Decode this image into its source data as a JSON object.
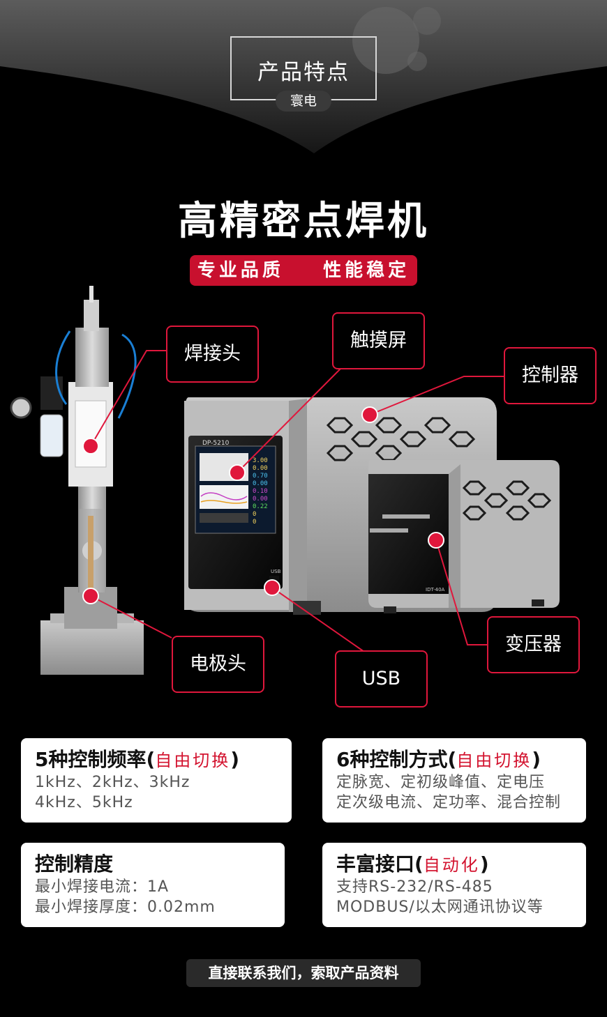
{
  "header": {
    "title": "产品特点",
    "brand": "寰电"
  },
  "hero": {
    "title": "高精密点焊机",
    "tagline": "专业品质    性能稳定"
  },
  "callouts": {
    "weld_head": "焊接头",
    "touch_screen": "触摸屏",
    "controller": "控制器",
    "electrode": "电极头",
    "usb": "USB",
    "transformer": "变压器"
  },
  "screen_display": {
    "model": "DP-5210",
    "values": [
      "3.00",
      "0.00",
      "0.70",
      "0.00",
      "0.10",
      "0.00",
      "0.22",
      "0",
      "0"
    ]
  },
  "device_labels": {
    "usb_port": "USB",
    "transformer_model": "IDT-40A"
  },
  "features": [
    {
      "title": "5种控制频率(",
      "highlight": "自由切换",
      "title_end": ")",
      "lines": [
        "1kHz、2kHz、3kHz",
        "4kHz、5kHz"
      ]
    },
    {
      "title": "6种控制方式(",
      "highlight": "自由切换",
      "title_end": ")",
      "lines": [
        "定脉宽、定初级峰值、定电压",
        "定次级电流、定功率、混合控制"
      ]
    },
    {
      "title": "控制精度",
      "highlight": "",
      "title_end": "",
      "lines": [
        "最小焊接电流：1A",
        "最小焊接厚度：0.02mm"
      ]
    },
    {
      "title": "丰富接口(",
      "highlight": "自动化",
      "title_end": ")",
      "lines": [
        "支持RS-232/RS-485",
        "MODBUS/以太网通讯协议等"
      ]
    }
  ],
  "cta": {
    "label": "直接联系我们，索取产品资料"
  },
  "colors": {
    "accent_red": "#c8102e",
    "background": "#000000",
    "card_bg": "#ffffff"
  }
}
